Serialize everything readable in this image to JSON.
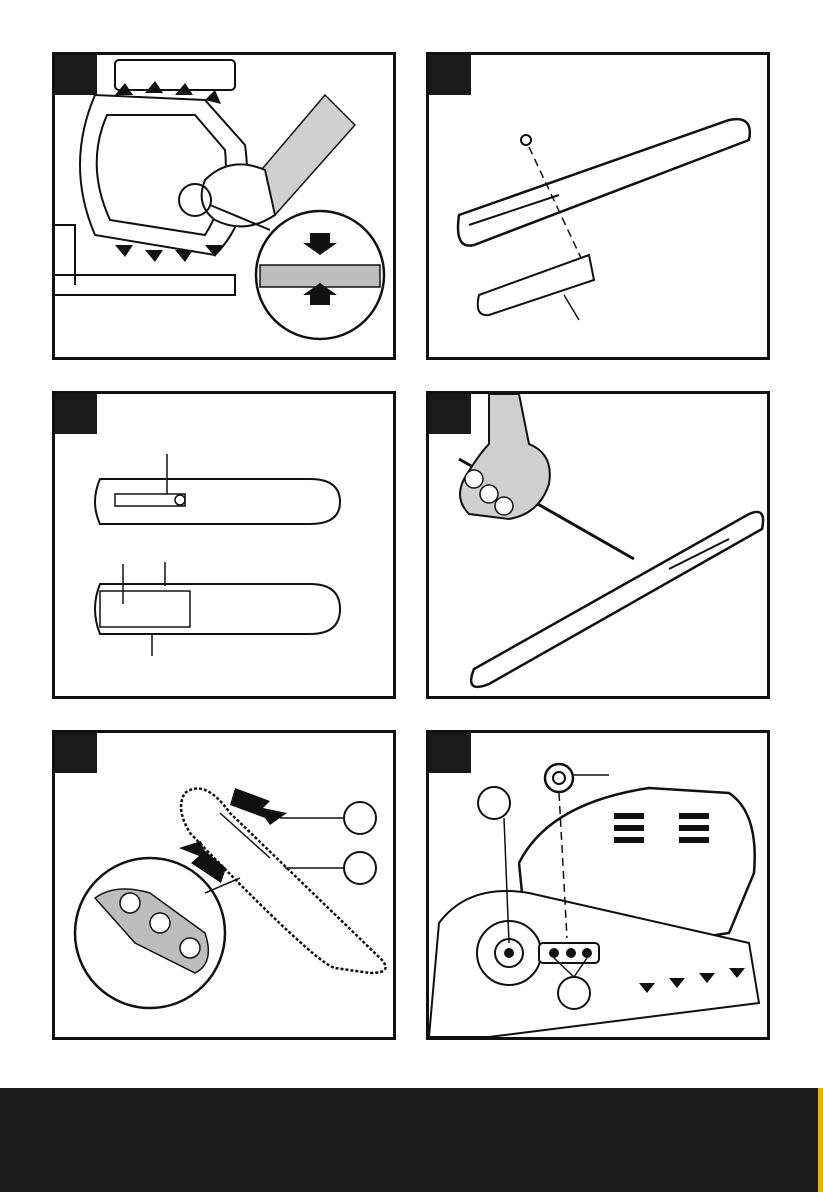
{
  "panels": [
    {
      "id": "p1",
      "subject": "chain-tension-check"
    },
    {
      "id": "p2",
      "subject": "guide-bar-and-cover-plate"
    },
    {
      "id": "p3",
      "subject": "guide-bar-two-views"
    },
    {
      "id": "p4",
      "subject": "guide-bar-groove-cleaning"
    },
    {
      "id": "p5",
      "subject": "chain-fitting-direction"
    },
    {
      "id": "p6",
      "subject": "chainsaw-body-assembly"
    }
  ],
  "colors": {
    "ink": "#111111",
    "tab": "#1a1a1a",
    "footer": "#1a1a1a",
    "accent": "#e8b400",
    "shade": "#bdbdbd"
  }
}
